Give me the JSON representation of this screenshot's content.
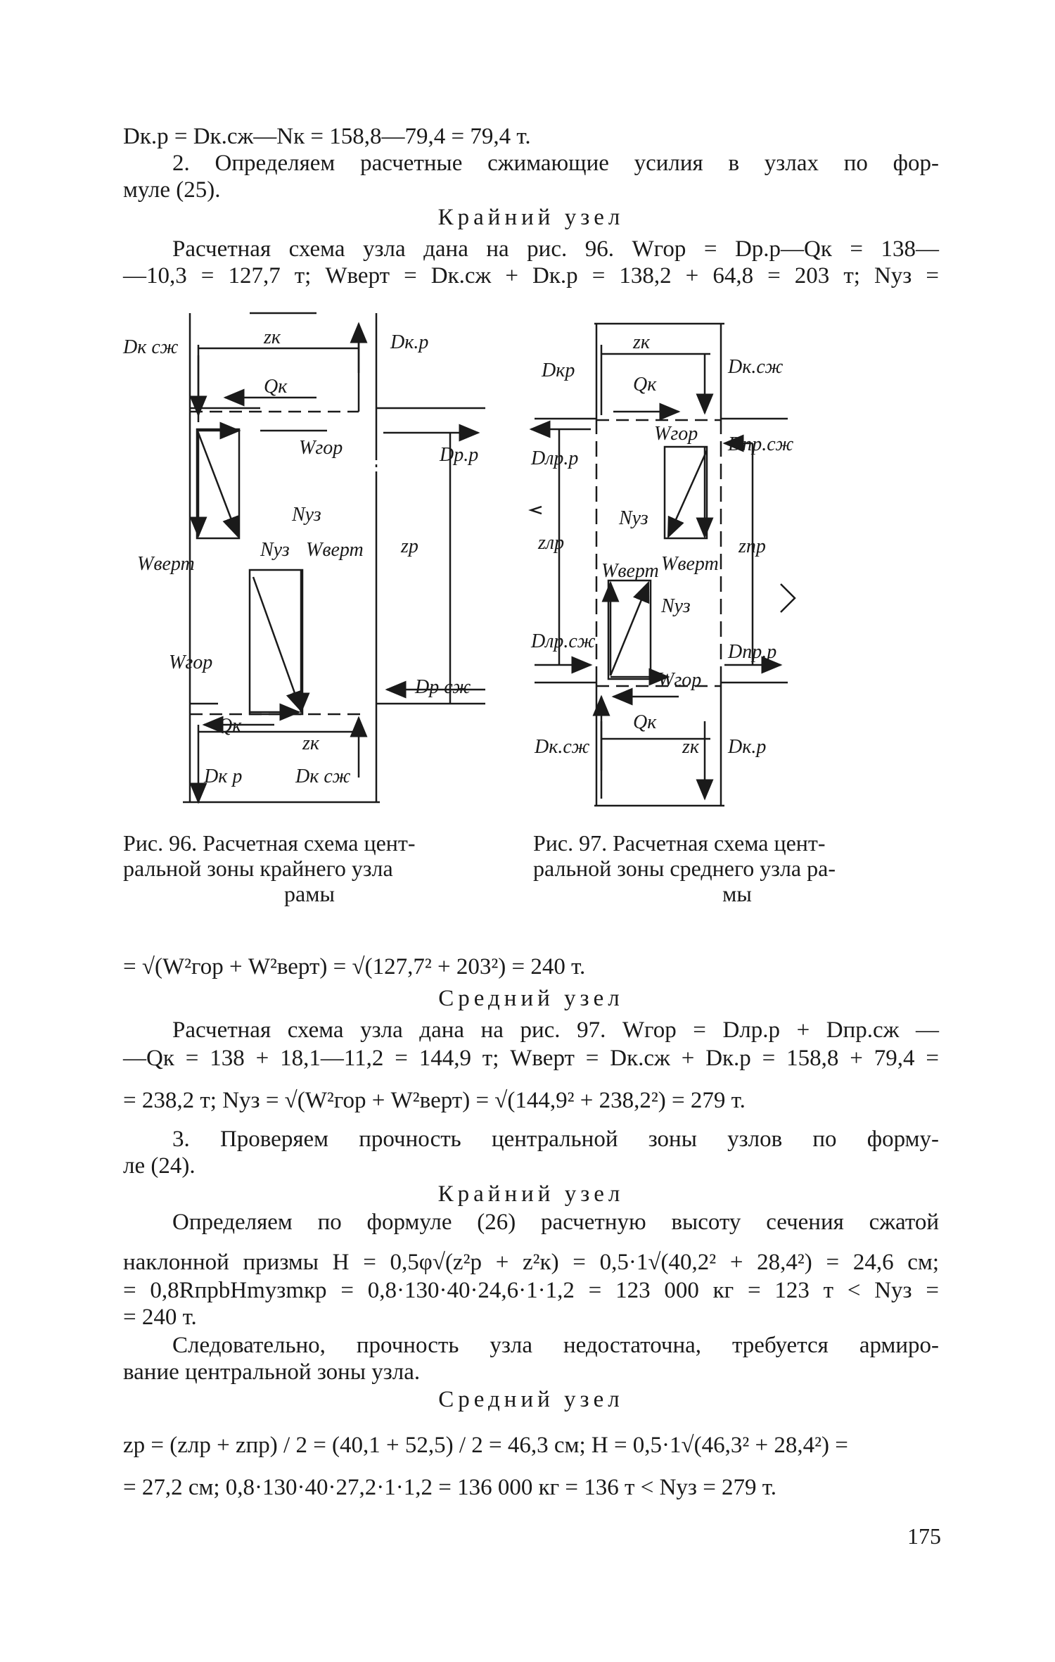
{
  "page_number": "175",
  "intro_lines": [
    "Dк.р = Dк.сж—Nк = 158,8—79,4 = 79,4 т.",
    "2. Определяем расчетные сжимающие усилия в узлах по фор-",
    "муле (25)."
  ],
  "heading_edge_1": "Крайний узел",
  "edge_node_lines": [
    "Расчетная схема узла дана на рис. 96. Wгор = Dр.р—Qк = 138—",
    "—10,3 = 127,7 т; Wверт = Dк.сж + Dк.р = 138,2 + 64,8 = 203 т; Nуз ="
  ],
  "fig96": {
    "labels": {
      "dksz": "Dк сж",
      "zk_top": "zк",
      "qk_top": "Qк",
      "dkr_top": "Dк.р",
      "wgor_1": "Wгор",
      "dpr": "Dр.р",
      "nuz_1": "Nуз",
      "wvert_1": "Wверт",
      "nuz_2": "Nуз",
      "wvert_2": "Wверт",
      "zp": "zр",
      "wgor_2": "Wгор",
      "dpsz": "Dр сж",
      "qk_bot": "Qк",
      "zk_bot": "zк",
      "dkr_bot": "Dк р",
      "dksz_bot": "Dк сж"
    },
    "caption": [
      "Рис. 96. Расчетная схема цент-",
      "ральной зоны крайнего узла",
      "рамы"
    ]
  },
  "fig97": {
    "labels": {
      "zk_top": "zк",
      "dkr": "Dкр",
      "qk_top": "Qк",
      "dksz_top": "Dк.сж",
      "dlpr": "Dлр.р",
      "wgor_1": "Wгор",
      "dpsz": "Dпр.сж",
      "nuz_1": "Nуз",
      "zp_left": "zлр",
      "wvert": "Wверт",
      "zp_right": "zпр",
      "wvert_2": "Wверт",
      "nuz_2": "Nуз",
      "dlpsz": "Dлр.сж",
      "wgor_2": "Wгор",
      "dppr": "Dпр.р",
      "dksz_bot": "Dк.сж",
      "qk_bot": "Qк",
      "zk_bot": "zк",
      "dkr_bot": "Dк.р"
    },
    "caption": [
      "Рис. 97. Расчетная схема цент-",
      "ральной зоны среднего узла ра-",
      "мы"
    ]
  },
  "formula_edge": "= √(W²гор + W²верт) = √(127,7² + 203²) = 240 т.",
  "heading_mid_1": "Средний узел",
  "mid_node_lines": [
    "Расчетная схема узла дана на рис. 97. Wгор = Dлр.р + Dпр.сж —",
    "—Qк = 138 + 18,1—11,2 = 144,9 т; Wверт = Dк.сж + Dк.р = 158,8 + 79,4 =",
    "= 238,2 т; Nуз = √(W²гор + W²верт) = √(144,9² + 238,2²) = 279 т."
  ],
  "step3_lines": [
    "3. Проверяем прочность центральной зоны узлов по форму-",
    "ле (24)."
  ],
  "heading_edge_2": "Крайний узел",
  "edge_check_lines": [
    "Определяем по формуле (26) расчетную высоту сечения сжатой",
    "наклонной призмы H = 0,5φ√(z²р + z²к) = 0,5·1√(40,2² + 28,4²) = 24,6 см;",
    "= 0,8RпрbHmузmкр = 0,8·130·40·24,6·1·1,2 = 123 000 кг = 123 т < Nуз =",
    "= 240 т."
  ],
  "conclusion_lines": [
    "Следовательно, прочность узла недостаточна, требуется армиро-",
    "вание центральной зоны узла."
  ],
  "heading_mid_2": "Средний узел",
  "mid_check_lines": [
    "zр = (zлр + zпр) / 2 = (40,1 + 52,5) / 2 = 46,3 см; H = 0,5·1√(46,3² + 28,4²) =",
    "= 27,2 см; 0,8·130·40·27,2·1·1,2 = 136 000 кг = 136 т < Nуз = 279 т."
  ]
}
